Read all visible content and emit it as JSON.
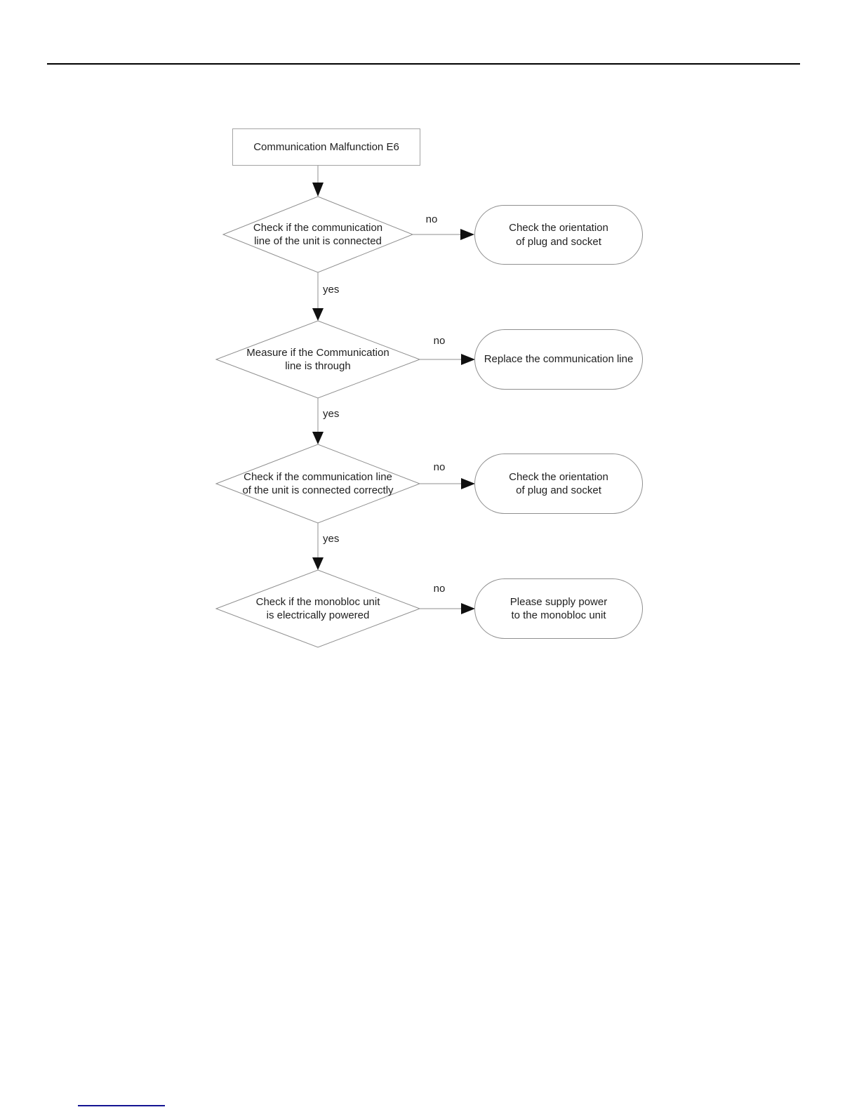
{
  "flowchart": {
    "title": "Communication Malfunction E6",
    "steps": [
      {
        "question": "Check if the communication\nline of the unit is connected",
        "no_label": "no",
        "yes_label": "yes",
        "no_action": "Check the orientation\nof plug and socket"
      },
      {
        "question": "Measure if the Communication\nline is through",
        "no_label": "no",
        "yes_label": "yes",
        "no_action": "Replace the communication line"
      },
      {
        "question": "Check if the communication line\nof the unit is connected correctly",
        "no_label": "no",
        "yes_label": "yes",
        "no_action": "Check the orientation\nof plug and socket"
      },
      {
        "question": "Check if the monobloc unit\nis electrically powered",
        "no_label": "no",
        "no_action": "Please supply power\nto the monobloc unit"
      }
    ]
  },
  "colors": {
    "shape_stroke": "#8f8f8f",
    "text": "#1f1f1f",
    "arrowhead": "#101010",
    "header_rule": "#000000",
    "footnote_rule": "#141492"
  }
}
